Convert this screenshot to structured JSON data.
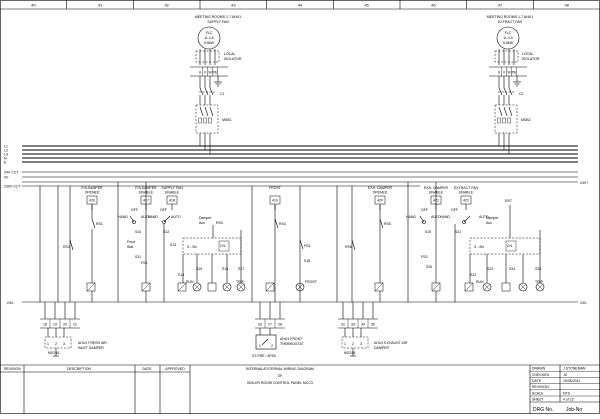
{
  "ruler": [
    "40",
    "41",
    "42",
    "43",
    "44",
    "45",
    "46",
    "47",
    "48"
  ],
  "motors": [
    {
      "title_line1": "MEETING ROOMS 1-7 AHU1",
      "title_line2": "SUPPLY FAN",
      "rating": [
        "FLC",
        "11.4 A",
        "5.5kW"
      ],
      "isolator": [
        "LOCAL",
        "ISOLATOR"
      ],
      "terminals": [
        "U",
        "V",
        "W",
        "PE"
      ],
      "contactor": "C1",
      "breaker": "MSB1"
    },
    {
      "title_line1": "MEETING ROOMS 1-7 AHU1",
      "title_line2": "EXTRACT FAN",
      "rating": [
        "FLC",
        "11.4 A",
        "5.5kW"
      ],
      "isolator": [
        "LOCAL",
        "ISOLATOR"
      ],
      "terminals": [
        "U",
        "V",
        "W",
        "PE"
      ],
      "contactor": "C2",
      "breaker": "MSB2"
    }
  ],
  "rail_labels": {
    "left": [
      "L1",
      "L2",
      "L3",
      "N",
      "E",
      "24V CCT",
      "0V",
      "230V CCT"
    ],
    "right": [
      "24V+"
    ],
    "bottom": [
      "24V-",
      "24V-"
    ]
  },
  "modules": [
    {
      "id": "416",
      "title": [
        "F/A DAMPER",
        "OPENED"
      ]
    },
    {
      "id": "417",
      "title": [
        "F/A DAMPER",
        "ENABLE"
      ]
    },
    {
      "id": "418",
      "title": [
        "SUPPLY FAN",
        "ENABLE"
      ]
    },
    {
      "id": "419",
      "title": [
        "FROST"
      ]
    },
    {
      "id": "420",
      "title": [
        "EXH. DAMPER",
        "OPENED"
      ]
    },
    {
      "id": "421",
      "title": [
        "EXH. DAMPER",
        "ENABLE"
      ]
    },
    {
      "id": "422",
      "title": [
        "EXTRACT FAN",
        "ENABLE"
      ]
    }
  ],
  "relays": [
    "RS1",
    "RS2",
    "RS3",
    "RS4",
    "RS5",
    "RS6",
    "RS7",
    "FS1",
    "FS2",
    "FS3"
  ],
  "switches": {
    "hand": "HAND",
    "off": "OFF",
    "auto": "AUTO",
    "damper_aux": [
      "Damper",
      "Aux"
    ],
    "frost_stat": [
      "Frost",
      "Stat"
    ],
    "s_b4": "S - B4"
  },
  "contacts": [
    "S10",
    "S11",
    "S12",
    "S13",
    "S14",
    "S15",
    "S16",
    "S17",
    "S18",
    "S19",
    "S20",
    "S21",
    "S22",
    "S23",
    "S24",
    "S25"
  ],
  "lamps": [
    "RUN",
    "TRIP",
    "FROST",
    "RUN",
    "TRIP"
  ],
  "bottom_devices": [
    {
      "label": [
        "AHU1 FRESH AIR",
        "INLET DAMPER"
      ],
      "part": "MX24A",
      "terminals": [
        "1",
        "2",
        "3"
      ]
    },
    {
      "label": [
        "AHU1 FROST",
        "THERMOSTAT"
      ],
      "part": "ST-FRE / 4P6S",
      "terminals": [
        "1",
        "2"
      ]
    },
    {
      "label": [
        "AHU1 EXHAUST AIR",
        "DAMPER"
      ],
      "part": "MX24A",
      "terminals": [
        "1",
        "2",
        "3"
      ]
    }
  ],
  "terminal_rows": [
    [
      "18",
      "19",
      "20",
      "21"
    ],
    [
      "26",
      "27",
      "28"
    ],
    [
      "32",
      "33",
      "34",
      "35"
    ]
  ],
  "title_block": {
    "headers": [
      "REVISION",
      "DESCRIPTION",
      "DATE",
      "APPROVED"
    ],
    "title": [
      "INTERNAL/EXTERNAL WIRING DIAGRAM",
      "OF",
      "BOILER ROOM CONTROL PANEL MCC3"
    ],
    "fields": [
      {
        "label": "DRAWN",
        "value": "J.STONEMAN"
      },
      {
        "label": "CHECKED",
        "value": "JS"
      },
      {
        "label": "DATE",
        "value": "15/06/2011"
      },
      {
        "label": "REVISION",
        "value": ""
      },
      {
        "label": "SCALE",
        "value": "NTS"
      },
      {
        "label": "SHEET",
        "value": "4 of 22"
      }
    ],
    "drg_label": "DRG No.",
    "drg_value": "Job-No"
  }
}
